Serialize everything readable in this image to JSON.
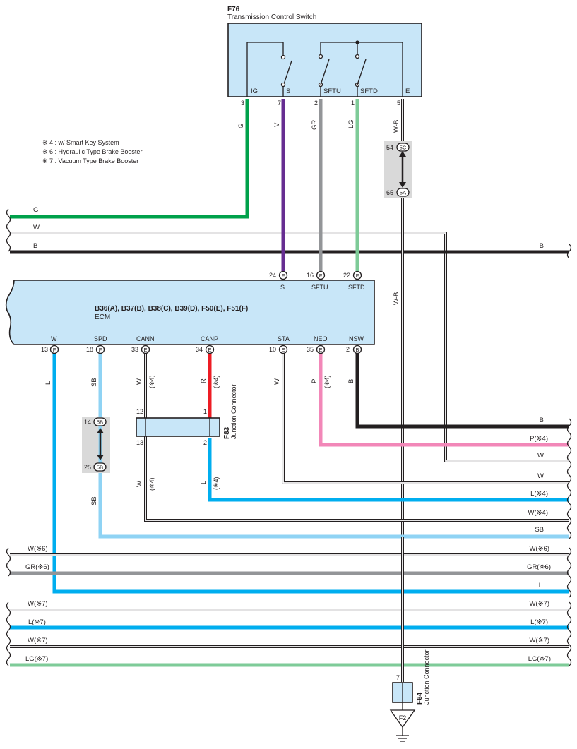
{
  "f76": {
    "code": "F76",
    "name": "Transmission Control Switch",
    "terminals": [
      {
        "pin": "3",
        "label": "IG"
      },
      {
        "pin": "7",
        "label": "S"
      },
      {
        "pin": "2",
        "label": "SFTU"
      },
      {
        "pin": "1",
        "label": "SFTD"
      },
      {
        "pin": "5",
        "label": "E"
      }
    ]
  },
  "notes": [
    "※ 4 : w/ Smart Key System",
    "※ 6 : Hydraulic Type Brake Booster",
    "※ 7 : Vacuum Type Brake Booster"
  ],
  "ecm": {
    "codes": "B36(A), B37(B), B38(C), B39(D), F50(E), F51(F)",
    "name": "ECM",
    "top_pins": [
      {
        "pin": "24",
        "conn": "F",
        "label": "S"
      },
      {
        "pin": "16",
        "conn": "F",
        "label": "SFTU"
      },
      {
        "pin": "22",
        "conn": "F",
        "label": "SFTD"
      }
    ],
    "bottom_pins": [
      {
        "pin": "13",
        "conn": "F",
        "label": "W"
      },
      {
        "pin": "18",
        "conn": "F",
        "label": "SPD"
      },
      {
        "pin": "33",
        "conn": "E",
        "label": "CANN"
      },
      {
        "pin": "34",
        "conn": "E",
        "label": "CANP"
      },
      {
        "pin": "10",
        "conn": "E",
        "label": "STA"
      },
      {
        "pin": "35",
        "conn": "E",
        "label": "NEO"
      },
      {
        "pin": "2",
        "conn": "B",
        "label": "NSW"
      }
    ]
  },
  "f83": {
    "code": "F83",
    "name": "Junction Connector",
    "pins": [
      "12",
      "1",
      "13",
      "2"
    ]
  },
  "f64": {
    "code": "F64",
    "name": "Junction Connector",
    "pin": "7",
    "ground": "F2"
  },
  "junctions": {
    "j1": {
      "top_pin": "54",
      "top_conn": "5C",
      "bottom_pin": "65",
      "bottom_conn": "5A"
    },
    "j2": {
      "top_pin": "14",
      "top_conn": "5B",
      "bottom_pin": "25",
      "bottom_conn": "5B"
    }
  },
  "wire_labels": {
    "g_v": "G",
    "v_v": "V",
    "gr_v": "GR",
    "lg_v": "LG",
    "wb_v": "W-B",
    "wb_v2": "W-B",
    "l_v": "L",
    "sb_v": "SB",
    "sb_v2": "SB",
    "w_cann": "W",
    "w_cann2": "W",
    "r_canp": "R",
    "l_canp": "L",
    "w_sta": "W",
    "p_neo": "P",
    "b_nsw": "B",
    "s4": "(※4)"
  },
  "left_bus": [
    "G",
    "W",
    "B",
    "W(※6)",
    "GR(※6)",
    "W(※7)",
    "L(※7)",
    "W(※7)",
    "LG(※7)"
  ],
  "right_bus": [
    "B",
    "B",
    "P(※4)",
    "W",
    "W",
    "L(※4)",
    "W(※4)",
    "SB",
    "W(※6)",
    "GR(※6)",
    "L",
    "W(※7)",
    "L(※7)",
    "W(※7)",
    "LG(※7)"
  ],
  "colors": {
    "G": "#00a14b",
    "V": "#662d91",
    "GR": "#939598",
    "LG": "#7ecb98",
    "L": "#00aeef",
    "SB": "#8fd3f4",
    "R": "#ed1c24",
    "P": "#f287b8",
    "B": "#231f20",
    "component_fill": "#c8e6f8",
    "junction_fill": "#d9d9d9"
  }
}
